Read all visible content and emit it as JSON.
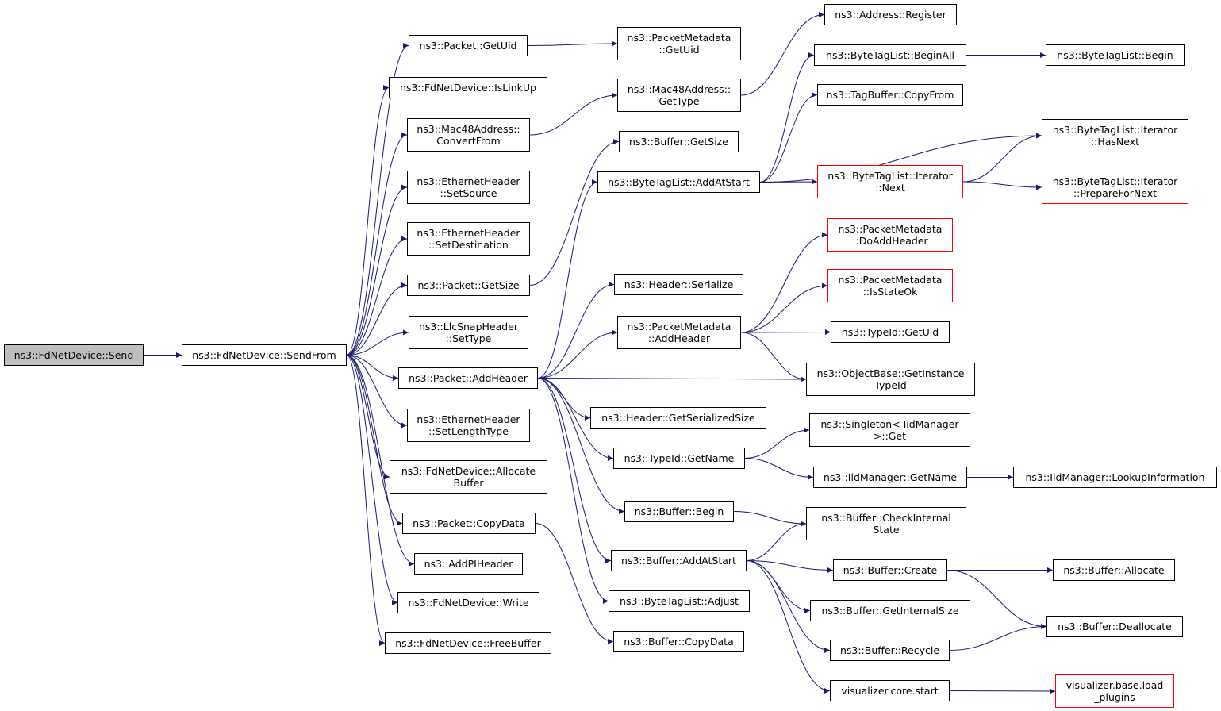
{
  "edge_color": "#191970",
  "truncated_border_color": "#ff0000",
  "root_fill": "#bfbfbf",
  "nodes": {
    "send": {
      "lines": [
        "ns3::FdNetDevice::Send"
      ],
      "root": true
    },
    "sendfrom": {
      "lines": [
        "ns3::FdNetDevice::SendFrom"
      ]
    },
    "pkt_getuid": {
      "lines": [
        "ns3::Packet::GetUid"
      ]
    },
    "islinkup": {
      "lines": [
        "ns3::FdNetDevice::IsLinkUp"
      ]
    },
    "mac_convertfrom": {
      "lines": [
        "ns3::Mac48Address::",
        "ConvertFrom"
      ]
    },
    "eth_setsource": {
      "lines": [
        "ns3::EthernetHeader",
        "::SetSource"
      ]
    },
    "eth_setdest": {
      "lines": [
        "ns3::EthernetHeader",
        "::SetDestination"
      ]
    },
    "pkt_getsize": {
      "lines": [
        "ns3::Packet::GetSize"
      ]
    },
    "llc_settype": {
      "lines": [
        "ns3::LlcSnapHeader",
        "::SetType"
      ]
    },
    "pkt_addheader": {
      "lines": [
        "ns3::Packet::AddHeader"
      ]
    },
    "eth_setlentype": {
      "lines": [
        "ns3::EthernetHeader",
        "::SetLengthType"
      ]
    },
    "allocbuffer": {
      "lines": [
        "ns3::FdNetDevice::Allocate",
        "Buffer"
      ]
    },
    "pkt_copydata": {
      "lines": [
        "ns3::Packet::CopyData"
      ]
    },
    "addpiheader": {
      "lines": [
        "ns3::AddPIHeader"
      ]
    },
    "fd_write": {
      "lines": [
        "ns3::FdNetDevice::Write"
      ]
    },
    "freebuffer": {
      "lines": [
        "ns3::FdNetDevice::FreeBuffer"
      ]
    },
    "pm_getuid": {
      "lines": [
        "ns3::PacketMetadata",
        "::GetUid"
      ]
    },
    "mac_gettype": {
      "lines": [
        "ns3::Mac48Address::",
        "GetType"
      ]
    },
    "buf_getsize": {
      "lines": [
        "ns3::Buffer::GetSize"
      ]
    },
    "btl_addatstart": {
      "lines": [
        "ns3::ByteTagList::AddAtStart"
      ]
    },
    "hdr_serialize": {
      "lines": [
        "ns3::Header::Serialize"
      ]
    },
    "pm_addheader": {
      "lines": [
        "ns3::PacketMetadata",
        "::AddHeader"
      ]
    },
    "hdr_getsersize": {
      "lines": [
        "ns3::Header::GetSerializedSize"
      ]
    },
    "tid_getname": {
      "lines": [
        "ns3::TypeId::GetName"
      ]
    },
    "buf_begin": {
      "lines": [
        "ns3::Buffer::Begin"
      ]
    },
    "buf_addatstart": {
      "lines": [
        "ns3::Buffer::AddAtStart"
      ]
    },
    "btl_adjust": {
      "lines": [
        "ns3::ByteTagList::Adjust"
      ]
    },
    "buf_copydata": {
      "lines": [
        "ns3::Buffer::CopyData"
      ]
    },
    "addr_register": {
      "lines": [
        "ns3::Address::Register"
      ]
    },
    "btl_beginall": {
      "lines": [
        "ns3::ByteTagList::BeginAll"
      ]
    },
    "tb_copyfrom": {
      "lines": [
        "ns3::TagBuffer::CopyFrom"
      ]
    },
    "btl_iter_next": {
      "lines": [
        "ns3::ByteTagList::Iterator",
        "::Next"
      ],
      "red": true
    },
    "pm_doaddheader": {
      "lines": [
        "ns3::PacketMetadata",
        "::DoAddHeader"
      ],
      "red": true
    },
    "pm_isstateok": {
      "lines": [
        "ns3::PacketMetadata",
        "::IsStateOk"
      ],
      "red": true
    },
    "tid_getuid": {
      "lines": [
        "ns3::TypeId::GetUid"
      ]
    },
    "ob_getinsttid": {
      "lines": [
        "ns3::ObjectBase::GetInstance",
        "TypeId"
      ]
    },
    "singleton_get": {
      "lines": [
        "ns3::Singleton< IidManager",
        ">::Get"
      ]
    },
    "iid_getname": {
      "lines": [
        "ns3::IidManager::GetName"
      ]
    },
    "buf_checkinternal": {
      "lines": [
        "ns3::Buffer::CheckInternal",
        "State"
      ]
    },
    "buf_create": {
      "lines": [
        "ns3::Buffer::Create"
      ]
    },
    "buf_getinternalsize": {
      "lines": [
        "ns3::Buffer::GetInternalSize"
      ]
    },
    "buf_recycle": {
      "lines": [
        "ns3::Buffer::Recycle"
      ]
    },
    "viz_core_start": {
      "lines": [
        "visualizer.core.start"
      ]
    },
    "btl_begin": {
      "lines": [
        "ns3::ByteTagList::Begin"
      ]
    },
    "btl_iter_hasnext": {
      "lines": [
        "ns3::ByteTagList::Iterator",
        "::HasNext"
      ]
    },
    "btl_iter_prepare": {
      "lines": [
        "ns3::ByteTagList::Iterator",
        "::PrepareForNext"
      ],
      "red": true
    },
    "iid_lookupinfo": {
      "lines": [
        "ns3::IidManager::LookupInformation"
      ]
    },
    "buf_allocate": {
      "lines": [
        "ns3::Buffer::Allocate"
      ]
    },
    "buf_deallocate": {
      "lines": [
        "ns3::Buffer::Deallocate"
      ]
    },
    "viz_base_load": {
      "lines": [
        "visualizer.base.load",
        "_plugins"
      ],
      "red": true
    }
  },
  "edges": [
    [
      "send",
      "sendfrom"
    ],
    [
      "sendfrom",
      "pkt_getuid"
    ],
    [
      "sendfrom",
      "islinkup"
    ],
    [
      "sendfrom",
      "mac_convertfrom"
    ],
    [
      "sendfrom",
      "eth_setsource"
    ],
    [
      "sendfrom",
      "eth_setdest"
    ],
    [
      "sendfrom",
      "pkt_getsize"
    ],
    [
      "sendfrom",
      "llc_settype"
    ],
    [
      "sendfrom",
      "pkt_addheader"
    ],
    [
      "sendfrom",
      "eth_setlentype"
    ],
    [
      "sendfrom",
      "allocbuffer"
    ],
    [
      "sendfrom",
      "pkt_copydata"
    ],
    [
      "sendfrom",
      "addpiheader"
    ],
    [
      "sendfrom",
      "fd_write"
    ],
    [
      "sendfrom",
      "freebuffer"
    ],
    [
      "pkt_getuid",
      "pm_getuid"
    ],
    [
      "mac_convertfrom",
      "mac_gettype"
    ],
    [
      "mac_gettype",
      "addr_register"
    ],
    [
      "pkt_getsize",
      "buf_getsize"
    ],
    [
      "pkt_addheader",
      "btl_addatstart"
    ],
    [
      "pkt_addheader",
      "hdr_serialize"
    ],
    [
      "pkt_addheader",
      "pm_addheader"
    ],
    [
      "pkt_addheader",
      "ob_getinsttid"
    ],
    [
      "pkt_addheader",
      "hdr_getsersize"
    ],
    [
      "pkt_addheader",
      "tid_getname"
    ],
    [
      "pkt_addheader",
      "buf_begin"
    ],
    [
      "pkt_addheader",
      "buf_addatstart"
    ],
    [
      "pkt_addheader",
      "btl_adjust"
    ],
    [
      "pkt_copydata",
      "buf_copydata"
    ],
    [
      "btl_addatstart",
      "btl_beginall"
    ],
    [
      "btl_addatstart",
      "tb_copyfrom"
    ],
    [
      "btl_addatstart",
      "btl_iter_hasnext"
    ],
    [
      "btl_addatstart",
      "btl_iter_next"
    ],
    [
      "btl_beginall",
      "btl_begin"
    ],
    [
      "btl_iter_next",
      "btl_iter_hasnext"
    ],
    [
      "btl_iter_next",
      "btl_iter_prepare"
    ],
    [
      "pm_addheader",
      "pm_doaddheader"
    ],
    [
      "pm_addheader",
      "pm_isstateok"
    ],
    [
      "pm_addheader",
      "tid_getuid"
    ],
    [
      "pm_addheader",
      "ob_getinsttid"
    ],
    [
      "tid_getname",
      "singleton_get"
    ],
    [
      "tid_getname",
      "iid_getname"
    ],
    [
      "iid_getname",
      "iid_lookupinfo"
    ],
    [
      "buf_begin",
      "buf_checkinternal"
    ],
    [
      "buf_addatstart",
      "buf_checkinternal"
    ],
    [
      "buf_addatstart",
      "buf_create"
    ],
    [
      "buf_addatstart",
      "buf_getinternalsize"
    ],
    [
      "buf_addatstart",
      "buf_recycle"
    ],
    [
      "buf_addatstart",
      "viz_core_start"
    ],
    [
      "buf_create",
      "buf_allocate"
    ],
    [
      "buf_create",
      "buf_deallocate"
    ],
    [
      "buf_recycle",
      "buf_deallocate"
    ],
    [
      "viz_core_start",
      "viz_base_load"
    ]
  ]
}
